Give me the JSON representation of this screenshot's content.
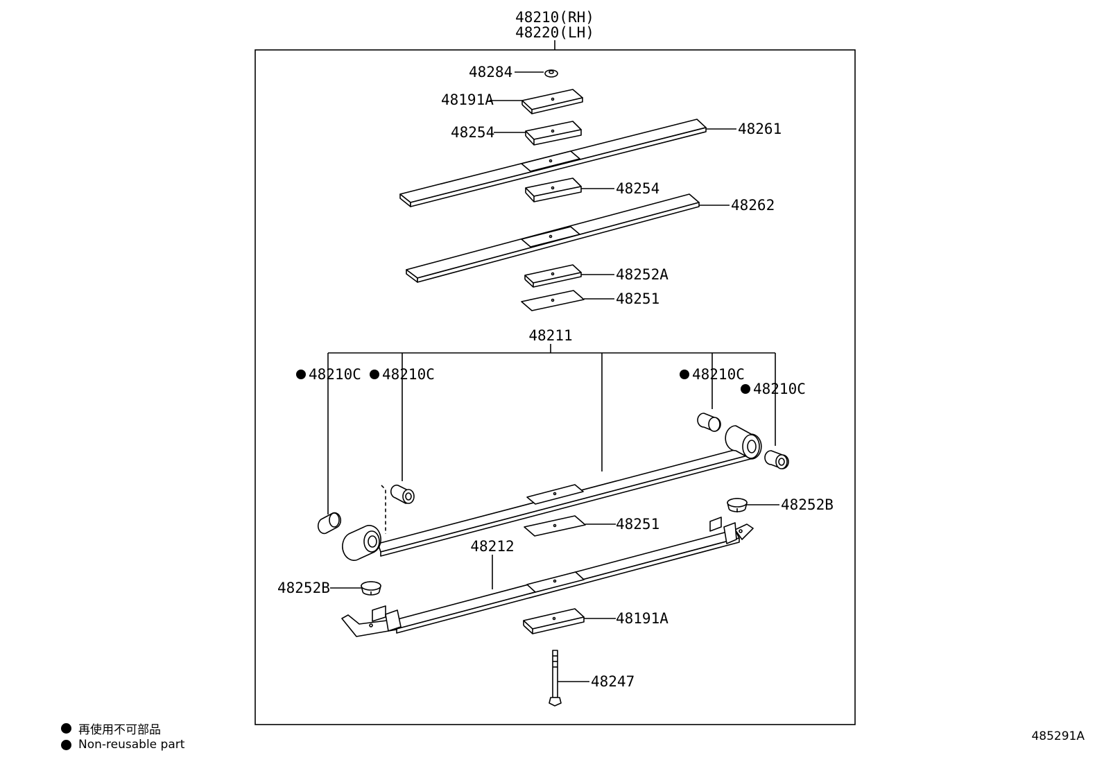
{
  "labels": {
    "assy_rh": "48210(RH)",
    "assy_lh": "48220(LH)",
    "nut": "48284",
    "pad_top": "48191A",
    "spacer_top": "48254",
    "leaf_61": "48261",
    "spacer_mid": "48254",
    "leaf_62": "48262",
    "pad_252a": "48252A",
    "plate_251_top": "48251",
    "main_leaf": "48211",
    "bush_1": "48210C",
    "bush_2": "48210C",
    "bush_3": "48210C",
    "bush_4": "48210C",
    "bumper_right": "48252B",
    "plate_251_low": "48251",
    "leaf_212": "48212",
    "bumper_left": "48252B",
    "pad_bottom": "48191A",
    "bolt": "48247"
  },
  "legend": {
    "jp": "再使用不可部品",
    "en": "Non-reusable part"
  },
  "diagram_code": "485291A"
}
